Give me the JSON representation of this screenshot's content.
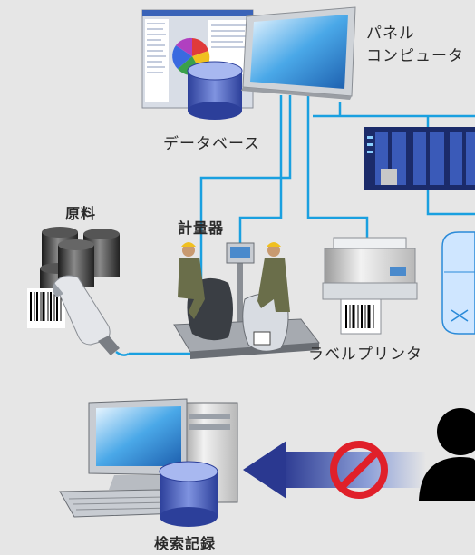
{
  "labels": {
    "panel_computer_line1": "パネル",
    "panel_computer_line2": "コンピュータ",
    "database": "データベース",
    "raw_material": "原料",
    "scale": "計量器",
    "label_printer": "ラベルプリンタ",
    "inspection_record": "検索記録"
  },
  "colors": {
    "background": "#e6e6e6",
    "connection_line": "#1aa0e0",
    "prohibit_red": "#e0202a",
    "arrow_blue": "#3a4aa0"
  },
  "icons": [
    "panel-computer-icon",
    "monitor-screenshot-icon",
    "database-cylinder-icon",
    "plc-rack-icon",
    "tank-icon",
    "raw-material-drums-icon",
    "barcode-scanner-icon",
    "weighing-scale-workers-icon",
    "label-printer-icon",
    "desktop-computer-icon",
    "prohibited-icon",
    "person-silhouette-icon",
    "flow-arrow-icon"
  ]
}
